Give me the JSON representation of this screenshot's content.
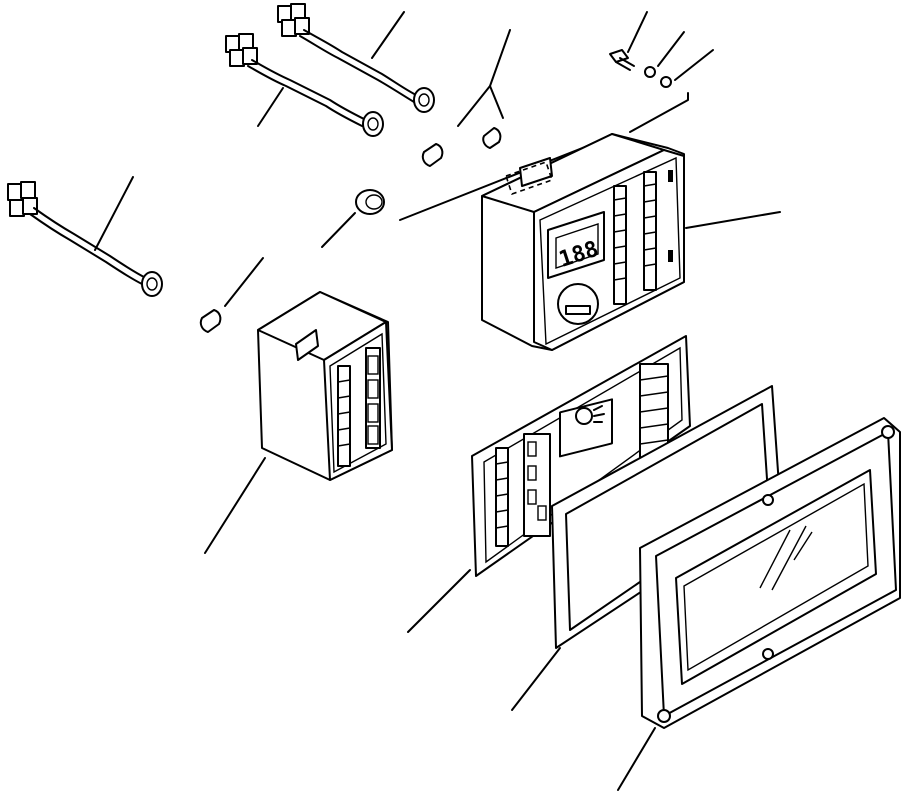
{
  "figure": {
    "description_visible_text": "",
    "parts": [
      {
        "id": "harness-a"
      },
      {
        "id": "harness-b"
      },
      {
        "id": "harness-c"
      },
      {
        "id": "bulb-1"
      },
      {
        "id": "bulb-2"
      },
      {
        "id": "bulb-3"
      },
      {
        "id": "grommet"
      },
      {
        "id": "screw"
      },
      {
        "id": "washer-1"
      },
      {
        "id": "washer-2"
      },
      {
        "id": "monitor-main-unit"
      },
      {
        "id": "monitor-side-unit"
      },
      {
        "id": "printed-circuit-panel"
      },
      {
        "id": "gasket"
      },
      {
        "id": "front-cover-frame"
      }
    ],
    "main_display_digits": "188"
  },
  "colors": {
    "ink": "#000000",
    "paper": "#ffffff"
  }
}
